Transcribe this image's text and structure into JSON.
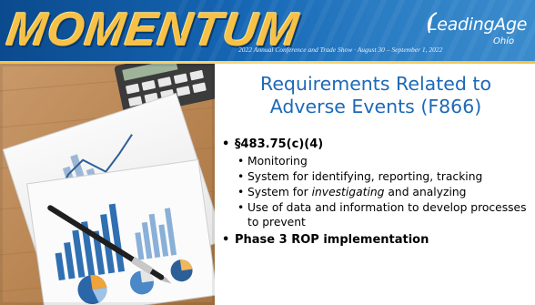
{
  "header": {
    "brand": "MOMENTUM",
    "tagline": "2022 Annual Conference and Trade Show · August 30 – September 1, 2022",
    "logo": {
      "main": "LeadingAge",
      "sub": "Ohio"
    }
  },
  "slide": {
    "title_line1": "Requirements Related to",
    "title_line2": "Adverse Events (F866)",
    "bullets": {
      "regulation": "§483.75(c)(4)",
      "sub1": "Monitoring",
      "sub2": "System for identifying, reporting, tracking",
      "sub3_pre": "System for ",
      "sub3_em": "investigating",
      "sub3_post": " and analyzing",
      "sub4": "Use of data and information to develop processes to prevent",
      "phase": "Phase 3 ROP implementation"
    }
  },
  "colors": {
    "title_blue": "#1d69b7",
    "header_blue": "#1566b4",
    "brand_gold": "#f6c146"
  },
  "icons": {
    "photo": "desk-with-charts-calculator-and-pen-photo",
    "logo_mark": "leadingage-swoosh-icon"
  }
}
